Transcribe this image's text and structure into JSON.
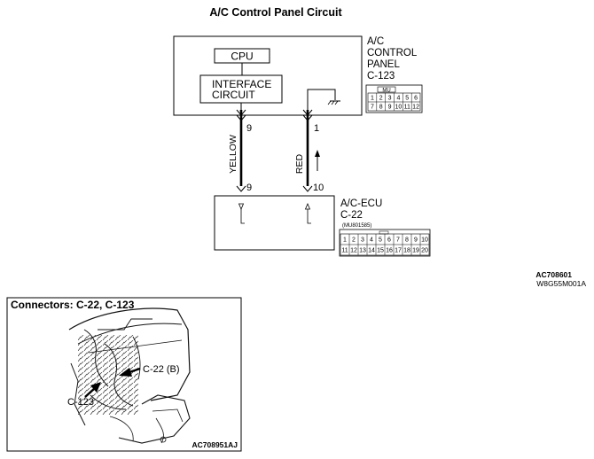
{
  "title": "A/C Control Panel Circuit",
  "control_panel": {
    "name_line1": "A/C",
    "name_line2": "CONTROL",
    "name_line3": "PANEL",
    "connector": "C-123",
    "cpu_label": "CPU",
    "interface_line1": "INTERFACE",
    "interface_line2": "CIRCUIT",
    "connector_header": "MU",
    "pins_row1": [
      "1",
      "2",
      "3",
      "4",
      "5",
      "6"
    ],
    "pins_row2": [
      "7",
      "8",
      "9",
      "10",
      "11",
      "12"
    ]
  },
  "wires": [
    {
      "color": "YELLOW",
      "from_pin": "9",
      "to_pin": "9"
    },
    {
      "color": "RED",
      "from_pin": "1",
      "to_pin": "10"
    }
  ],
  "ecu": {
    "name": "A/C-ECU",
    "connector": "C-22",
    "part": "(MU801585)",
    "pins_row1": [
      "1",
      "2",
      "3",
      "4",
      "5",
      "6",
      "7",
      "8",
      "9",
      "10"
    ],
    "pins_row2": [
      "11",
      "12",
      "13",
      "14",
      "15",
      "16",
      "17",
      "18",
      "19",
      "20"
    ]
  },
  "references": {
    "diagram_code": "AC708601",
    "diagram_code2": "W8G55M001A",
    "photo_code": "AC708951AJ"
  },
  "location_panel": {
    "heading": "Connectors: C-22, C-123",
    "callout_1": "C-22 (B)",
    "callout_2": "C-123"
  }
}
